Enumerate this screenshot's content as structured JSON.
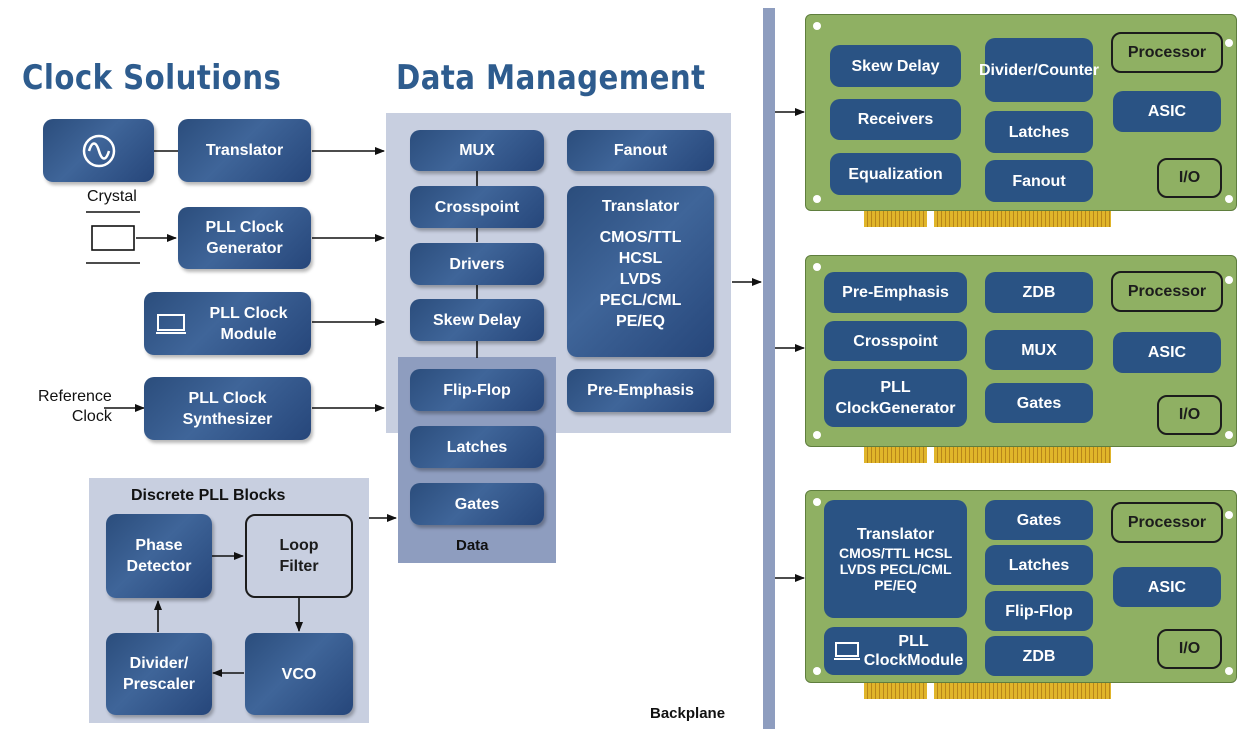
{
  "headings": {
    "clock": "Clock Solutions",
    "data": "Data Management"
  },
  "clock": {
    "translator": "Translator",
    "crystal": "Crystal",
    "pll_generator": [
      "PLL Clock",
      "Generator"
    ],
    "pll_module": [
      "PLL Clock",
      "Module"
    ],
    "reference_clock": [
      "Reference",
      "Clock"
    ],
    "pll_synthesizer": [
      "PLL Clock",
      "Synthesizer"
    ]
  },
  "discrete": {
    "title": "Discrete PLL Blocks",
    "phase_detector": [
      "Phase",
      "Detector"
    ],
    "loop_filter": [
      "Loop",
      "Filter"
    ],
    "divider": [
      "Divider/",
      "Prescaler"
    ],
    "vco": "VCO"
  },
  "data_mgmt": {
    "mux": "MUX",
    "crosspoint": "Crosspoint",
    "drivers": "Drivers",
    "skew_delay": "Skew Delay",
    "fanout": "Fanout",
    "translator": [
      "Translator",
      "CMOS/TTL",
      "HCSL",
      "LVDS",
      "PECL/CML",
      "PE/EQ"
    ],
    "pre_emphasis": "Pre-Emphasis",
    "flip_flop": "Flip-Flop",
    "latches": "Latches",
    "gates": "Gates",
    "data_label": "Data"
  },
  "backplane_label": "Backplane",
  "cards": [
    {
      "col1": [
        "Skew Delay",
        "Receivers",
        "Equalization"
      ],
      "col2": [
        [
          "Divider/",
          "Counter"
        ],
        [
          "Latches"
        ],
        [
          "Fanout"
        ]
      ],
      "processor": "Processor",
      "asic": "ASIC",
      "io": "I/O"
    },
    {
      "col1": [
        "Pre-Emphasis",
        "Crosspoint",
        "PLL Clock Generator"
      ],
      "col2": [
        [
          "ZDB"
        ],
        [
          "MUX"
        ],
        [
          "Gates"
        ]
      ],
      "processor": "Processor",
      "asic": "ASIC",
      "io": "I/O"
    },
    {
      "translator": [
        "Translator",
        "CMOS/TTL",
        "HCSL",
        "LVDS",
        "PECL/CML",
        "PE/EQ"
      ],
      "pll_module": [
        "PLL Clock",
        "Module"
      ],
      "col2": [
        [
          "Gates"
        ],
        [
          "Latches"
        ],
        [
          "Flip-Flop"
        ],
        [
          "ZDB"
        ]
      ],
      "processor": "Processor",
      "asic": "ASIC",
      "io": "I/O"
    }
  ],
  "colors": {
    "heading": "#2e5c8e",
    "block": "#2b4d7c",
    "panel": "#c8cfe0",
    "data_panel": "#8e9dbf",
    "backplane": "#8e9dbf",
    "card": "#8fb063",
    "connector": "#e0b52a"
  }
}
